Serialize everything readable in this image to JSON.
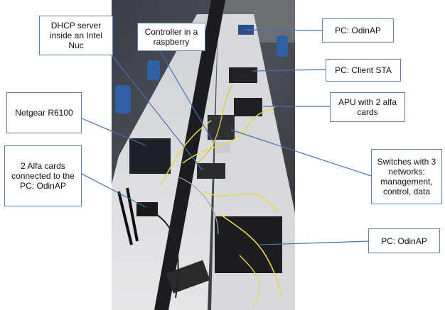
{
  "labels": {
    "dhcp": "DHCP server inside an Intel Nuc",
    "controller": "Controller in a raspberry",
    "pc_odinap_top": "PC: OdinAP",
    "client_sta": "PC: Client STA",
    "apu": "APU with 2 alfa cards",
    "netgear": "Netgear R6100",
    "alfa_cards": "2 Alfa cards connected to the PC: OdinAP",
    "switches": "Switches with 3 networks: management, control, data",
    "pc_odinap_bottom": "PC: OdinAP"
  },
  "colors": {
    "border": "#5b7fbf",
    "leader": "#4a6fb5",
    "cable": "#e8d84a"
  }
}
